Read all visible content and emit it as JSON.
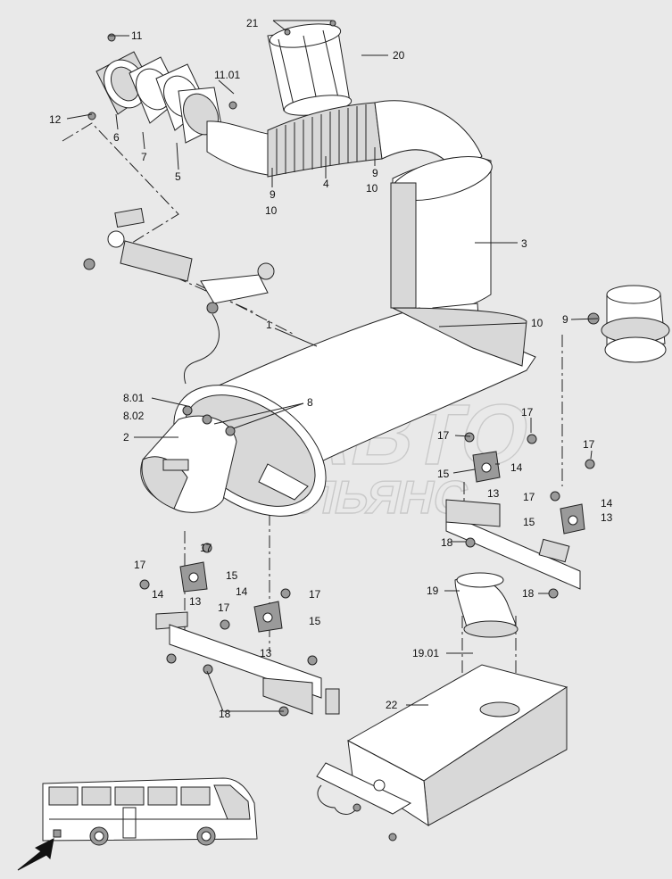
{
  "watermark": {
    "line1": "АВТО",
    "line2": "АЛЬЯНС"
  },
  "callouts": [
    {
      "id": "c1",
      "text": "1"
    },
    {
      "id": "c2",
      "text": "2"
    },
    {
      "id": "c3",
      "text": "3"
    },
    {
      "id": "c4",
      "text": "4"
    },
    {
      "id": "c5",
      "text": "5"
    },
    {
      "id": "c6",
      "text": "6"
    },
    {
      "id": "c7",
      "text": "7"
    },
    {
      "id": "c8",
      "text": "8"
    },
    {
      "id": "c801",
      "text": "8.01"
    },
    {
      "id": "c802",
      "text": "8.02"
    },
    {
      "id": "c9a",
      "text": "9"
    },
    {
      "id": "c9b",
      "text": "9"
    },
    {
      "id": "c9c",
      "text": "9"
    },
    {
      "id": "c10a",
      "text": "10"
    },
    {
      "id": "c10b",
      "text": "10"
    },
    {
      "id": "c10c",
      "text": "10"
    },
    {
      "id": "c11",
      "text": "11"
    },
    {
      "id": "c1101",
      "text": "11.01"
    },
    {
      "id": "c12",
      "text": "12"
    },
    {
      "id": "c13a",
      "text": "13"
    },
    {
      "id": "c13b",
      "text": "13"
    },
    {
      "id": "c13c",
      "text": "13"
    },
    {
      "id": "c13d",
      "text": "13"
    },
    {
      "id": "c14a",
      "text": "14"
    },
    {
      "id": "c14b",
      "text": "14"
    },
    {
      "id": "c14c",
      "text": "14"
    },
    {
      "id": "c14d",
      "text": "14"
    },
    {
      "id": "c15a",
      "text": "15"
    },
    {
      "id": "c15b",
      "text": "15"
    },
    {
      "id": "c15c",
      "text": "15"
    },
    {
      "id": "c15d",
      "text": "15"
    },
    {
      "id": "c17a",
      "text": "17"
    },
    {
      "id": "c17b",
      "text": "17"
    },
    {
      "id": "c17c",
      "text": "17"
    },
    {
      "id": "c17d",
      "text": "17"
    },
    {
      "id": "c17e",
      "text": "17"
    },
    {
      "id": "c17f",
      "text": "17"
    },
    {
      "id": "c17g",
      "text": "17"
    },
    {
      "id": "c17h",
      "text": "17"
    },
    {
      "id": "c18a",
      "text": "18"
    },
    {
      "id": "c18b",
      "text": "18"
    },
    {
      "id": "c18c",
      "text": "18"
    },
    {
      "id": "c19",
      "text": "19"
    },
    {
      "id": "c1901",
      "text": "19.01"
    },
    {
      "id": "c20",
      "text": "20"
    },
    {
      "id": "c21",
      "text": "21"
    },
    {
      "id": "c22",
      "text": "22"
    }
  ]
}
